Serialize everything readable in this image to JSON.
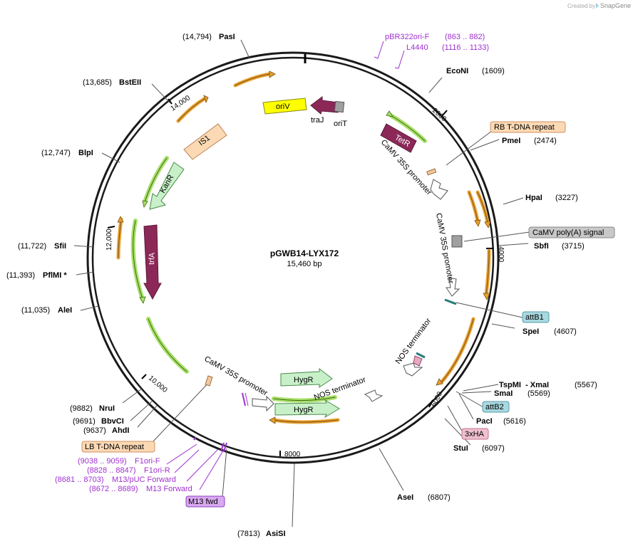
{
  "app": {
    "created_by": "Created by",
    "brand": "SnapGene"
  },
  "plasmid": {
    "name": "pGWB14-LYX172",
    "length_label": "15,460 bp"
  },
  "ticks": [
    "2000",
    "4000",
    "6000",
    "8000",
    "10,000",
    "12,000",
    "14,000"
  ],
  "sites": [
    {
      "pos": "(14,794)",
      "name": "PasI"
    },
    {
      "pos": "(13,685)",
      "name": "BstEII"
    },
    {
      "pos": "(12,747)",
      "name": "BlpI"
    },
    {
      "pos": "(11,722)",
      "name": "SfiI"
    },
    {
      "pos": "(11,393)",
      "name": "PflMI *"
    },
    {
      "pos": "(11,035)",
      "name": "AleI"
    },
    {
      "pos": "(9882)",
      "name": "NruI"
    },
    {
      "pos": "(9691)",
      "name": "BbvCI"
    },
    {
      "pos": "(9637)",
      "name": "AhdI"
    },
    {
      "pos": "(7813)",
      "name": "AsiSI"
    },
    {
      "pos": "(6807)",
      "name": "AseI"
    },
    {
      "pos": "(6097)",
      "name": "StuI"
    },
    {
      "pos": "(5616)",
      "name": "PacI"
    },
    {
      "pos": "(5569)",
      "name": "SmaI"
    },
    {
      "pos": "(5567)",
      "name": "TspMI  - XmaI"
    },
    {
      "pos": "(4607)",
      "name": "SpeI"
    },
    {
      "pos": "(3715)",
      "name": "SbfI"
    },
    {
      "pos": "(3227)",
      "name": "HpaI"
    },
    {
      "pos": "(2474)",
      "name": "PmeI"
    },
    {
      "pos": "(1609)",
      "name": "EcoNI"
    }
  ],
  "primers": [
    {
      "name": "pBR322ori-F",
      "range": "(863 .. 882)"
    },
    {
      "name": "L4440",
      "range": "(1116 .. 1133)"
    },
    {
      "range": "(9038 .. 9059)",
      "name": "F1ori-F"
    },
    {
      "range": "(8828 .. 8847)",
      "name": "F1ori-R"
    },
    {
      "range": "(8681 .. 8703)",
      "name": "M13/pUC Forward"
    },
    {
      "range": "(8672 .. 8689)",
      "name": "M13 Forward"
    }
  ],
  "boxed_labels": {
    "rb": "RB T-DNA repeat",
    "polya": "CaMV poly(A) signal",
    "attb1": "attB1",
    "attb2": "attB2",
    "ha": "3xHA",
    "lb": "LB T-DNA repeat",
    "m13": "M13 fwd"
  },
  "features": {
    "oriV": "oriV",
    "traJ": "traJ",
    "oriT": "oriT",
    "TetR": "TetR",
    "IS1": "IS1",
    "KanR": "KanR",
    "trfA": "trfA",
    "HygR1": "HygR",
    "HygR2": "HygR",
    "camv_a": "CaMV 35S promoter",
    "camv_b": "CaMV 35S promoter",
    "camv_c": "CaMV 35S promoter",
    "nos_a": "NOS terminator",
    "nos_b": "NOS terminator"
  },
  "colors": {
    "backbone": "#1a1a1a",
    "orange_arrow": "#e8a030",
    "green_arrow": "#5aa020",
    "kan": "#c8f0c8",
    "trfa": "#8c2858",
    "oriv": "#ffff00",
    "is1": "#fbd9b4",
    "primer": "#a030d0",
    "att_box": "#a8d8e0",
    "ha_box": "#f0c0d0",
    "gray_box": "#c8c8c8"
  }
}
